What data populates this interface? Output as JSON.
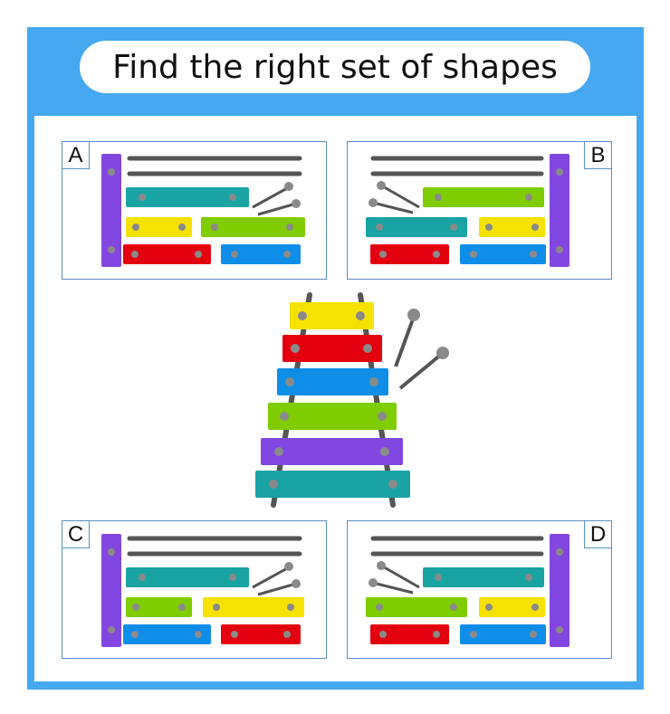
{
  "title": "Find the right set of shapes",
  "colors": {
    "frame": "#46a8f0",
    "yellow": "#f5e200",
    "red": "#e3000f",
    "blue": "#0e8ee8",
    "green": "#7fcc00",
    "purple": "#8247e0",
    "teal": "#1aa3a3",
    "rail": "#555555",
    "peg": "#8a8a8a"
  },
  "xylophone": {
    "bars_top_to_bottom": [
      "yellow",
      "red",
      "blue",
      "green",
      "purple",
      "teal"
    ],
    "mallets": 2
  },
  "options": [
    {
      "letter": "A",
      "bars": [
        "teal",
        "yellow",
        "green",
        "red",
        "blue"
      ]
    },
    {
      "letter": "B",
      "bars": [
        "green",
        "teal",
        "yellow",
        "red",
        "blue"
      ]
    },
    {
      "letter": "C",
      "bars": [
        "teal",
        "green",
        "yellow",
        "blue",
        "red"
      ]
    },
    {
      "letter": "D",
      "bars": [
        "teal",
        "green",
        "yellow",
        "red",
        "blue"
      ]
    }
  ]
}
